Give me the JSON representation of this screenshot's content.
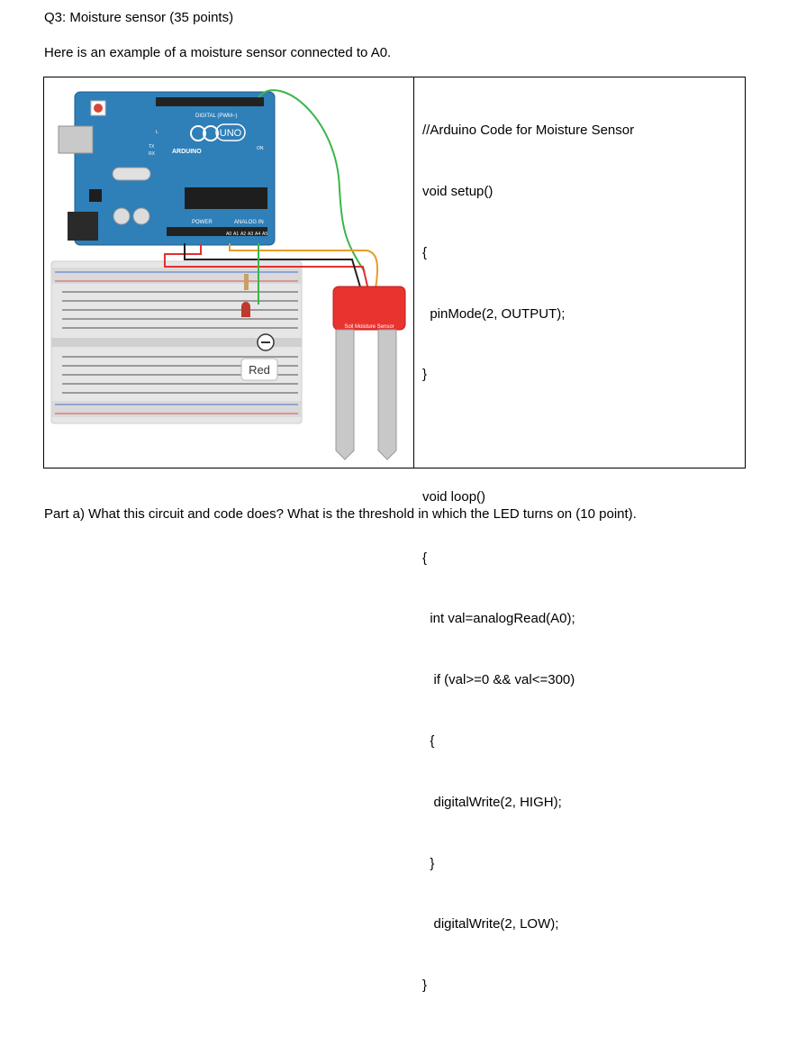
{
  "question": {
    "title": "Q3: Moisture sensor (35 points)"
  },
  "intro": "Here is an example of a moisture sensor connected to A0.",
  "circuit": {
    "board": "ARDUINO",
    "uno": "UNO",
    "digital": "DIGITAL (PWM~)",
    "power": "POWER",
    "analog": "ANALOG IN",
    "on": "ON",
    "tx": "TX",
    "rx": "RX",
    "l": "L",
    "analog_pins": [
      "A0",
      "A1",
      "A2",
      "A3",
      "A4",
      "A5"
    ],
    "sensor": "Soil Moisture Sensor",
    "led_label": "Red",
    "colors": {
      "board": "#2f7fb8",
      "wire_green": "#3bb54a",
      "wire_red": "#e03030",
      "wire_black": "#222222",
      "sensor_red": "#e8332f"
    }
  },
  "code": {
    "lines": [
      "//Arduino Code for Moisture Sensor",
      "void setup()",
      "{",
      "  pinMode(2, OUTPUT);",
      "}",
      "",
      "void loop()",
      "{",
      "  int val=analogRead(A0);",
      "   if (val>=0 && val<=300)",
      "  {",
      "   digitalWrite(2, HIGH);",
      "  }",
      "   digitalWrite(2, LOW);",
      "}"
    ]
  },
  "part_a": "Part a) What this circuit and code does? What is the threshold in which the LED turns on (10 point)."
}
